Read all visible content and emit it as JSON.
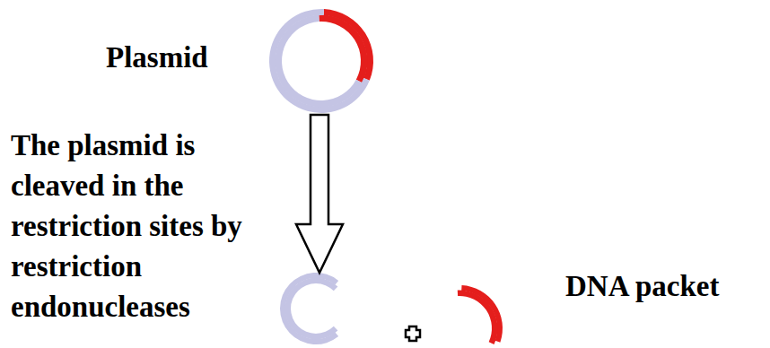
{
  "diagram": {
    "labels": [
      "Plasmid",
      "The plasmid is cleaved in the restriction sites by restriction endonucleases",
      "DNA packet"
    ]
  }
}
